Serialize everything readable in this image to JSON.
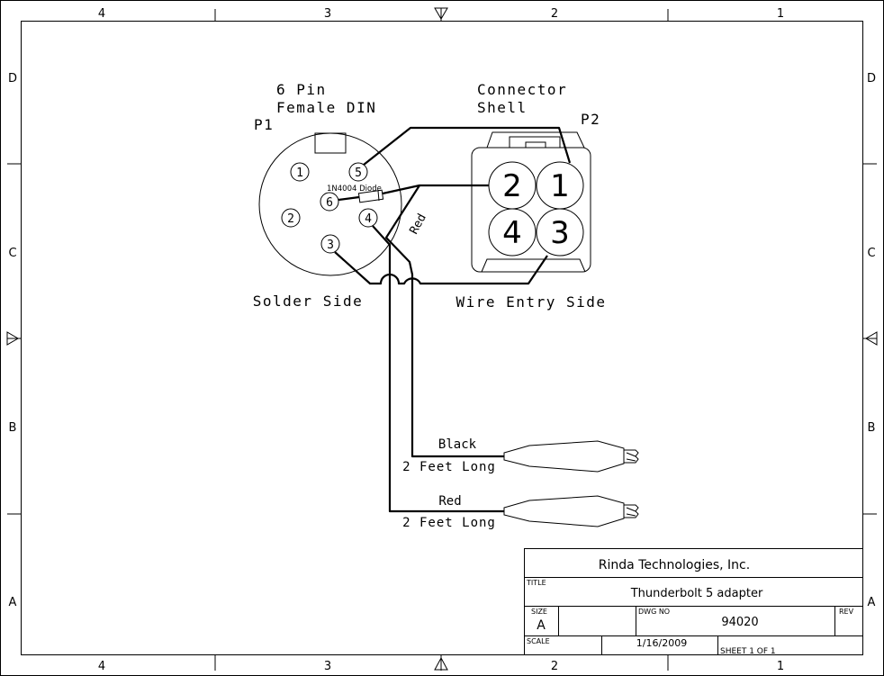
{
  "border": {
    "columns": [
      "4",
      "3",
      "2",
      "1"
    ],
    "rows": [
      "D",
      "C",
      "B",
      "A"
    ]
  },
  "p1": {
    "ref": "P1",
    "title_line1": "6 Pin",
    "title_line2": "Female DIN",
    "side_label": "Solder Side",
    "pins": [
      "1",
      "2",
      "3",
      "4",
      "5",
      "6"
    ],
    "diode_label": "1N4004 Diode",
    "red_label": "Red"
  },
  "p2": {
    "ref": "P2",
    "title_line1": "Connector",
    "title_line2": "Shell",
    "side_label": "Wire Entry Side",
    "pins": [
      "1",
      "2",
      "3",
      "4"
    ]
  },
  "leads": [
    {
      "color_label": "Black",
      "length_label": "2 Feet Long"
    },
    {
      "color_label": "Red",
      "length_label": "2 Feet Long"
    }
  ],
  "title_block": {
    "company": "Rinda Technologies, Inc.",
    "title_caption": "TITLE",
    "title": "Thunderbolt 5 adapter",
    "size_caption": "SIZE",
    "size": "A",
    "dwg_caption": "DWG NO",
    "dwg_no": "94020",
    "rev_caption": "REV",
    "scale_caption": "SCALE",
    "date": "1/16/2009",
    "sheet": "SHEET 1  OF 1"
  }
}
